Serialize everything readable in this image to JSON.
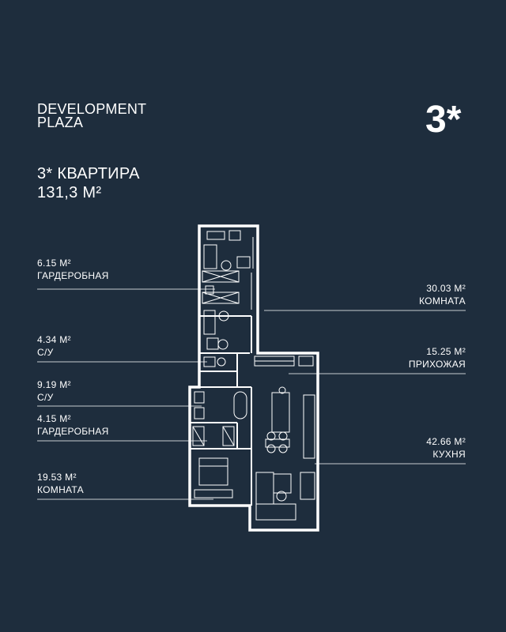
{
  "brand": {
    "line1": "DEVELOPMENT",
    "line2": "PLAZA"
  },
  "badge": "3*",
  "apartment": {
    "title": "3* КВАРТИРА",
    "area": "131,3 М²"
  },
  "rooms_left": [
    {
      "area": "6.15 М²",
      "name": "ГАРДЕРОБНАЯ"
    },
    {
      "area": "4.34 М²",
      "name": "С/У"
    },
    {
      "area": "9.19 М²",
      "name": "С/У"
    },
    {
      "area": "4.15 М²",
      "name": "ГАРДЕРОБНАЯ"
    },
    {
      "area": "19.53 М²",
      "name": "КОМНАТА"
    }
  ],
  "rooms_right": [
    {
      "area": "30.03 М²",
      "name": "КОМНАТА"
    },
    {
      "area": "15.25 М²",
      "name": "ПРИХОЖАЯ"
    },
    {
      "area": "42.66 М²",
      "name": "КУХНЯ"
    }
  ],
  "colors": {
    "background": "#1e2d3d",
    "ink": "#ffffff"
  }
}
